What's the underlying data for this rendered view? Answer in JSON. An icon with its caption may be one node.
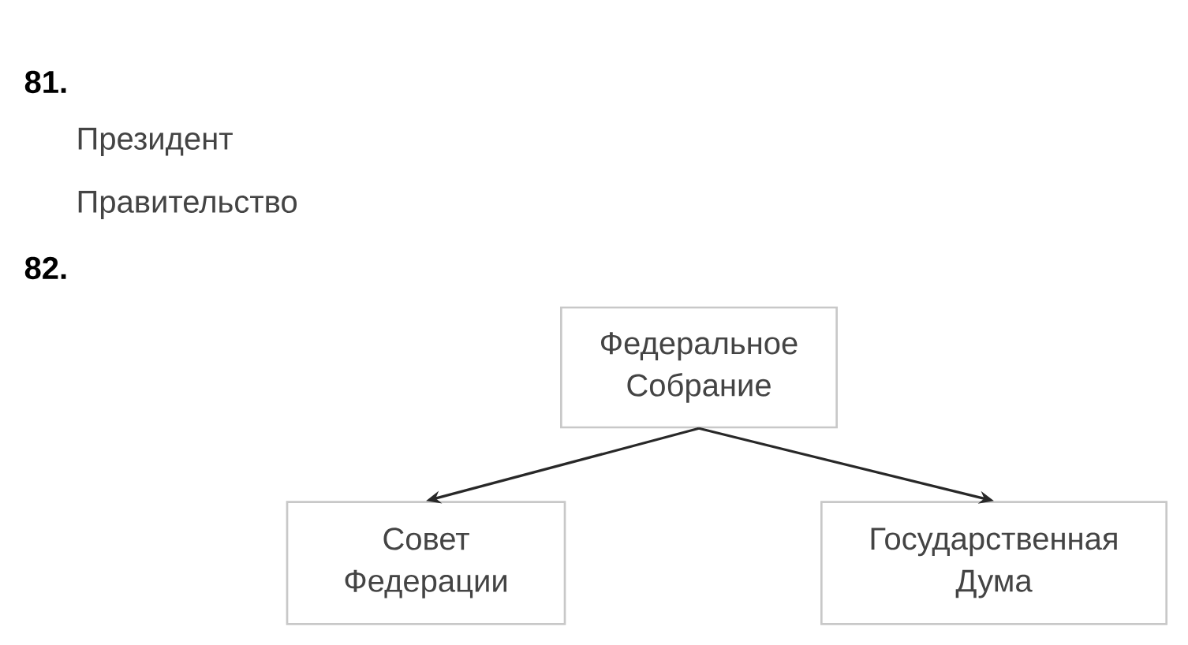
{
  "diagram": {
    "nodes": [
      {
        "text": [
          "Федеральное Собрание"
        ]
      },
      {
        "text": [
          "Совет Федерации"
        ]
      },
      {
        "text": [
          "Государственная Дума"
        ]
      }
    ],
    "edges": [
      {
        "from": 0,
        "to": 1,
        "arrow": "to"
      },
      {
        "from": 0,
        "to": 2,
        "arrow": "to"
      }
    ],
    "labels": [
      "81.",
      "Президент",
      "Правительство",
      "82."
    ]
  }
}
